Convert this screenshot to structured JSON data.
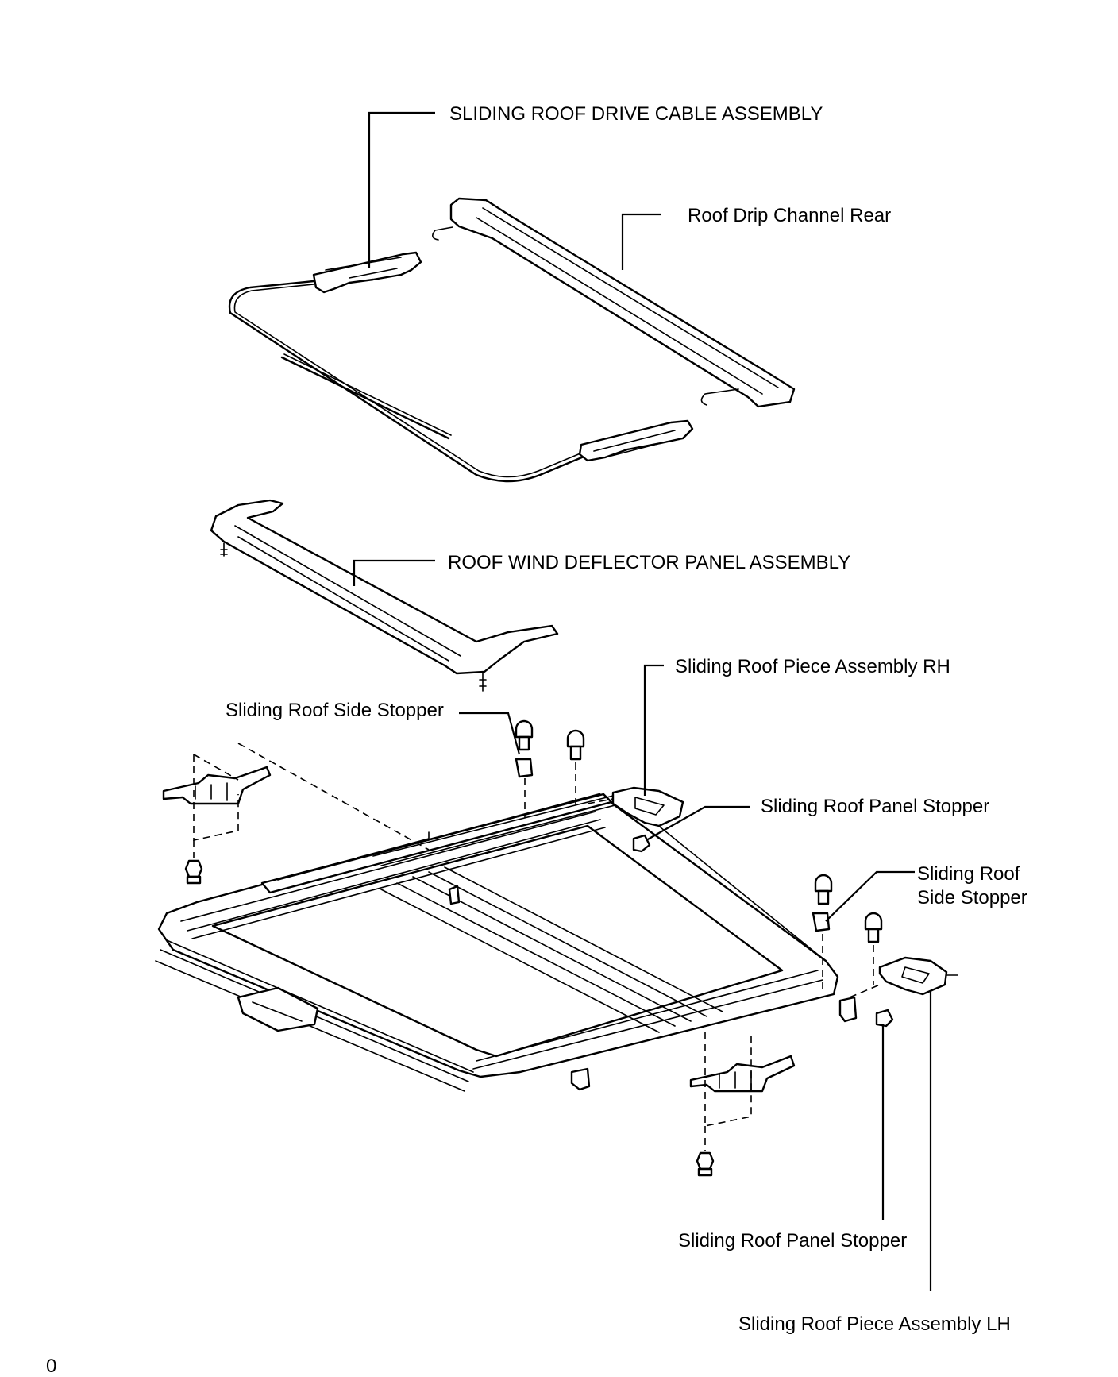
{
  "labels": {
    "drive_cable": "SLIDING ROOF DRIVE CABLE ASSEMBLY",
    "drip_channel_rear": "Roof Drip Channel Rear",
    "wind_deflector": "ROOF WIND DEFLECTOR PANEL ASSEMBLY",
    "piece_rh": "Sliding Roof Piece Assembly RH",
    "side_stopper_left": "Sliding Roof Side Stopper",
    "panel_stopper_upper": "Sliding Roof Panel Stopper",
    "side_stopper_right_line1": "Sliding Roof",
    "side_stopper_right_line2": "Side Stopper",
    "panel_stopper_lower": "Sliding Roof Panel Stopper",
    "piece_lh": "Sliding Roof Piece Assembly LH"
  },
  "page_number": "0"
}
